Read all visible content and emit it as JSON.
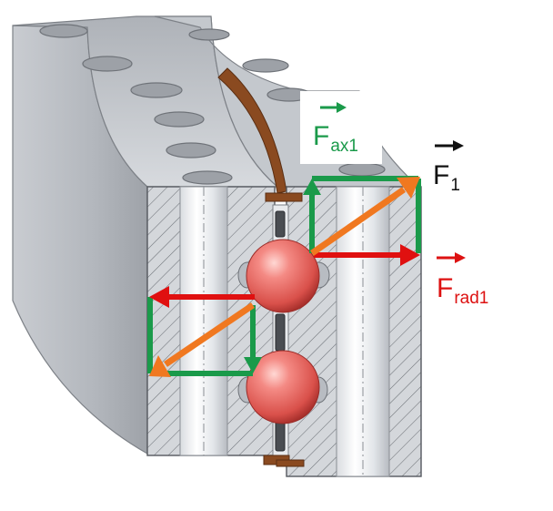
{
  "labels": {
    "f_ax1": {
      "base": "F",
      "sub": "ax1",
      "color": "#1a9a4a"
    },
    "f_1": {
      "base": "F",
      "sub": "1",
      "color": "#111111"
    },
    "f_rad1": {
      "base": "F",
      "sub": "rad1",
      "color": "#dd1111"
    }
  },
  "colors": {
    "axial": "#1a9a4a",
    "radial": "#e01010",
    "resultant": "#f07820",
    "ball": "#ee6a66",
    "cage": "#8a4a20",
    "metal": "#c8ccd2"
  }
}
